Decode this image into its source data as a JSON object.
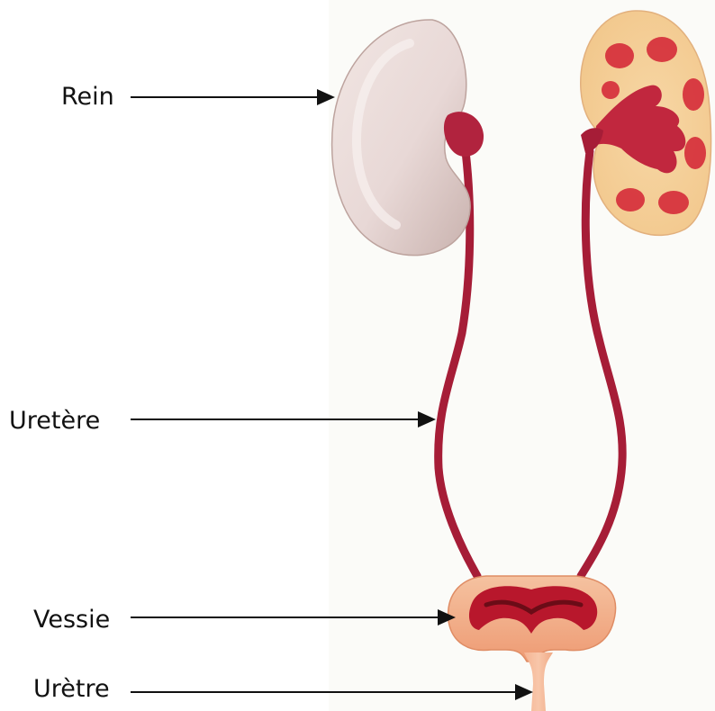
{
  "labels": {
    "rein": "Rein",
    "uretere": "Uretère",
    "vessie": "Vessie",
    "uretre": "Urètre"
  },
  "colors": {
    "background": "#ffffff",
    "panel": "#fbfbf8",
    "kidney_outer": "#e8d8d6",
    "kidney_shadow": "#c9b2ae",
    "pelvis": "#b1233e",
    "ureter": "#a61d37",
    "cortex": "#f5d6a8",
    "medulla": "#d52b38",
    "bladder_wall": "#f2b88f",
    "bladder_inner": "#b8172c",
    "urethra": "#f2b894",
    "arrow": "#111111",
    "text": "#111111"
  },
  "icons": {
    "left_kidney": "kidney-exterior-icon",
    "right_kidney": "kidney-section-icon",
    "bladder": "bladder-icon",
    "ureters": "ureter-icon",
    "urethra": "urethra-icon"
  }
}
